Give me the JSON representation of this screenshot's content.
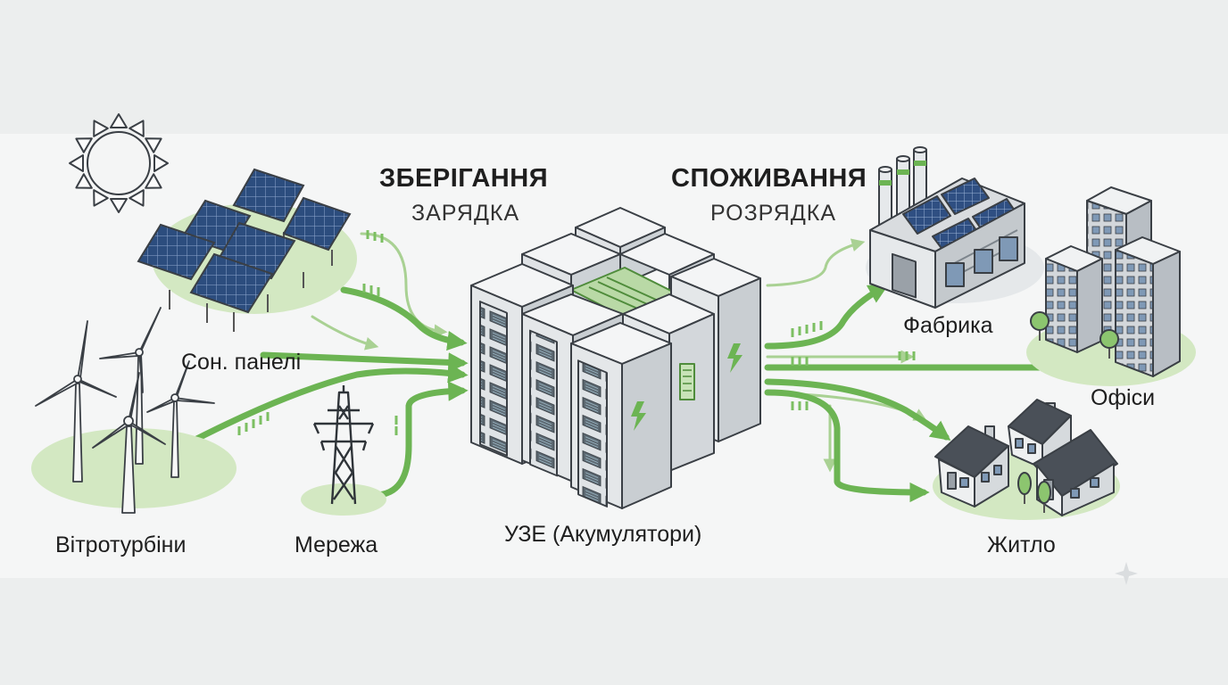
{
  "sections": {
    "storage": {
      "title": "ЗБЕРІГАННЯ",
      "subtitle": "ЗАРЯДКА"
    },
    "consumption": {
      "title": "СПОЖИВАННЯ",
      "subtitle": "РОЗРЯДКА"
    }
  },
  "nodes": {
    "solar": "Сон. панелі",
    "wind": "Вітротурбіни",
    "grid": "Мережа",
    "storage": "УЗЕ (Акумулятори)",
    "factory": "Фабрика",
    "offices": "Офіси",
    "housing": "Житло"
  },
  "colors": {
    "arrow": "#6cb453",
    "ground": "#d3e8c2",
    "panel": "#2c4d7e",
    "cabinet": "#e9ecee",
    "building": "#cfd3d7"
  }
}
